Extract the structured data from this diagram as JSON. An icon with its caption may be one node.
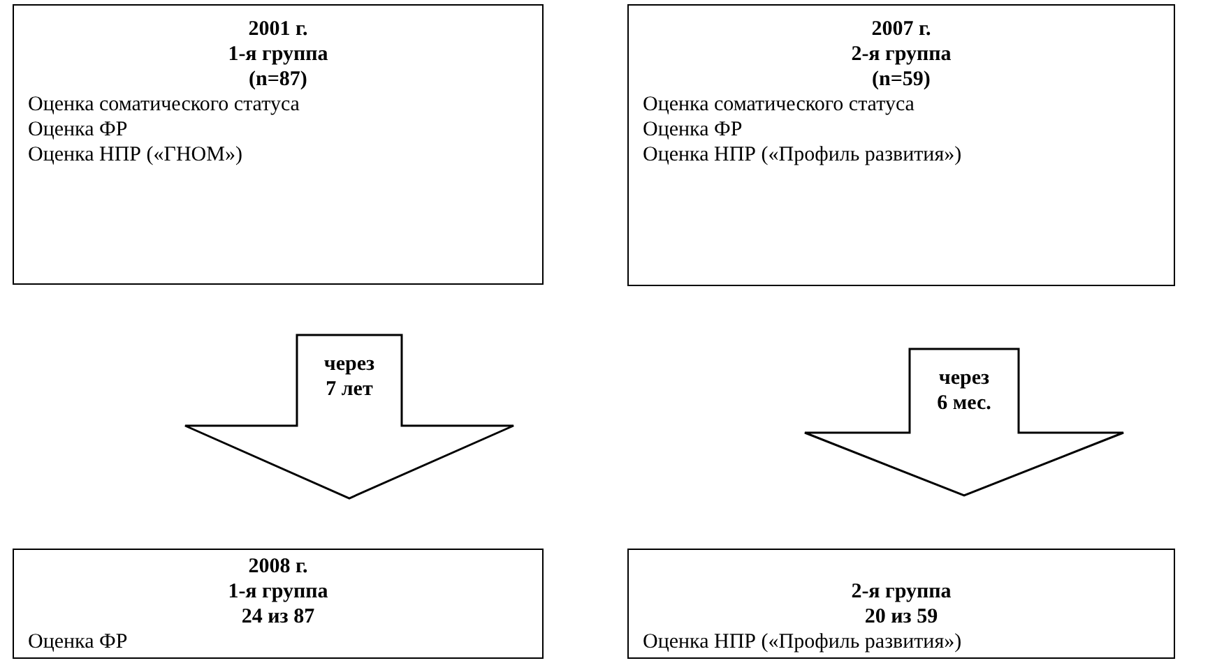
{
  "diagram": {
    "nodes": [
      {
        "text": [
          "2001 г.",
          "1-я группа",
          "(n=87)",
          "Оценка соматического статуса",
          "Оценка ФР",
          "Оценка НПР («ГНОМ»)"
        ]
      },
      {
        "text": [
          "2007 г.",
          "2-я группа",
          "(n=59)",
          "Оценка соматического статуса",
          "Оценка ФР",
          "Оценка НПР («Профиль развития»)"
        ]
      },
      {
        "text": [
          "2008 г.",
          "1-я группа",
          "24 из 87",
          "Оценка ФР"
        ]
      },
      {
        "text": [
          "2-я группа",
          "20 из 59",
          "Оценка НПР («Профиль развития»)"
        ]
      }
    ],
    "edges": [
      {
        "from": 0,
        "to": 2,
        "arrow": "to",
        "label": "через 7 лет"
      },
      {
        "from": 1,
        "to": 3,
        "arrow": "to",
        "label": "через 6 мес."
      }
    ]
  }
}
